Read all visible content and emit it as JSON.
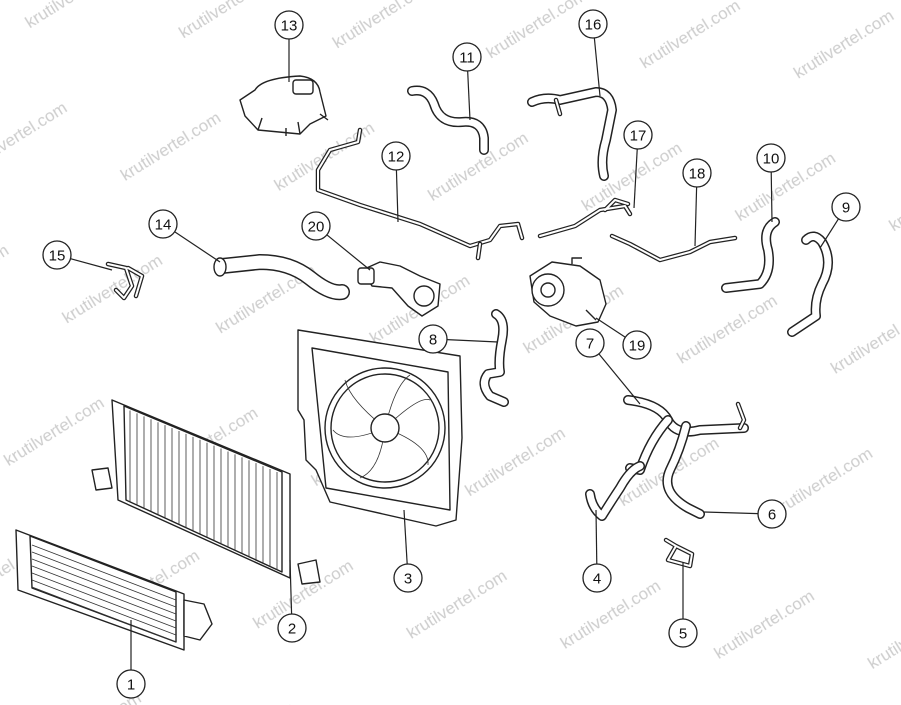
{
  "watermark": "krutilvertel.com",
  "callouts": [
    "1",
    "2",
    "3",
    "4",
    "5",
    "6",
    "7",
    "8",
    "9",
    "10",
    "11",
    "12",
    "13",
    "14",
    "15",
    "16",
    "17",
    "18",
    "19",
    "20"
  ]
}
